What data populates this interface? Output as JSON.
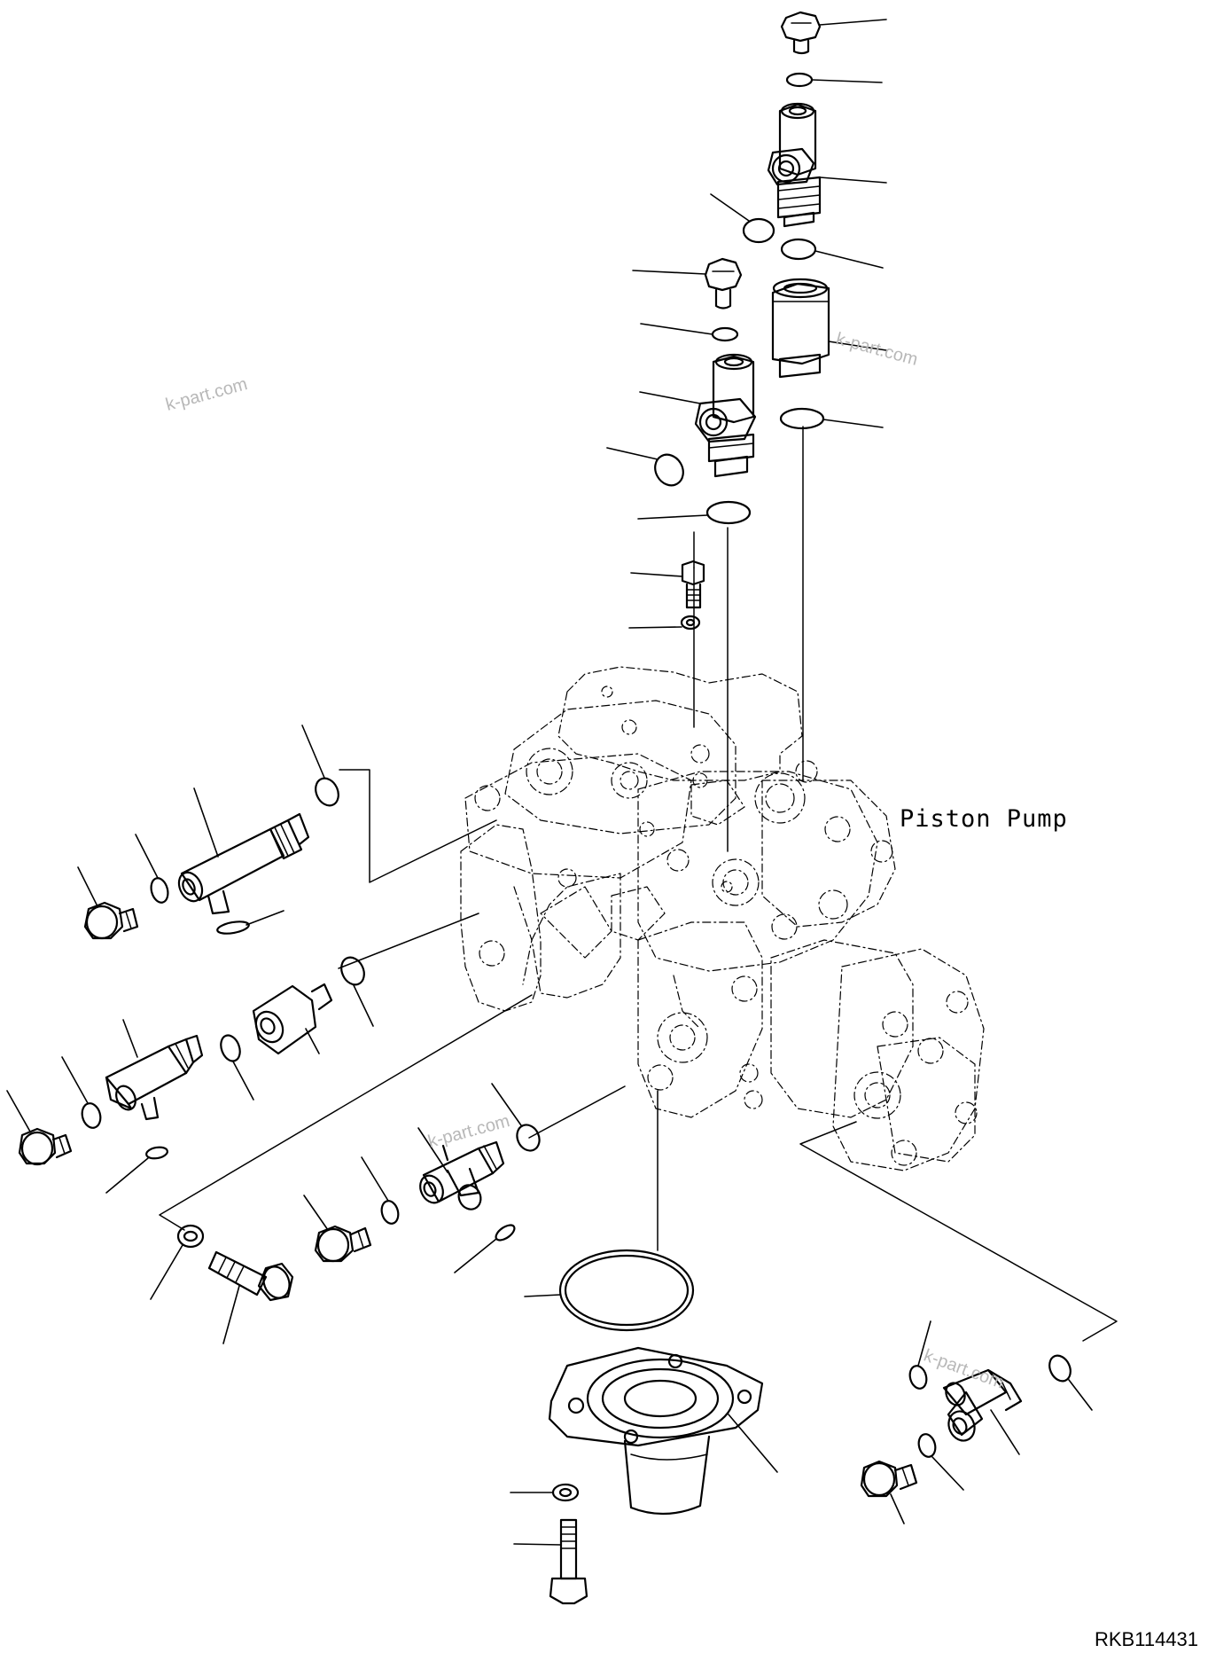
{
  "diagram": {
    "main_label": "Piston Pump",
    "figure_code": "RKB114431",
    "watermark": "k-part.com"
  }
}
